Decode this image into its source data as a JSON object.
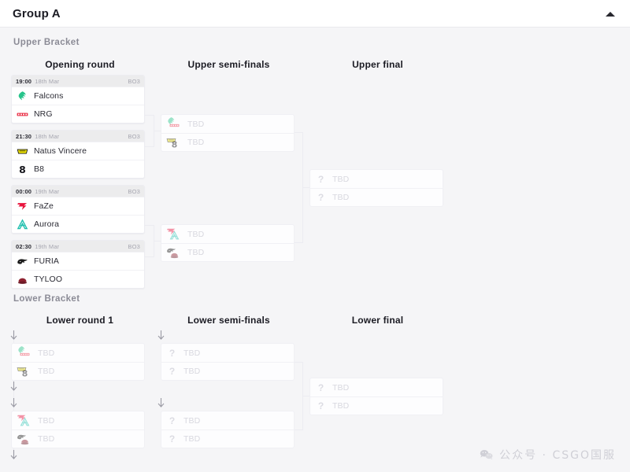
{
  "header": {
    "title": "Group A",
    "collapse_icon": "chevron-up-icon"
  },
  "brackets": {
    "upper_label": "Upper Bracket",
    "lower_label": "Lower Bracket"
  },
  "rounds": {
    "upper": [
      "Opening round",
      "Upper semi-finals",
      "Upper final"
    ],
    "lower": [
      "Lower round 1",
      "Lower semi-finals",
      "Lower final"
    ]
  },
  "tbd_label": "TBD",
  "matches": {
    "opening": [
      {
        "time": "19:00",
        "date": "18th Mar",
        "format": "BO3",
        "teams": [
          {
            "name": "Falcons",
            "logo": "falcons-logo"
          },
          {
            "name": "NRG",
            "logo": "nrg-logo"
          }
        ]
      },
      {
        "time": "21:30",
        "date": "18th Mar",
        "format": "BO3",
        "teams": [
          {
            "name": "Natus Vincere",
            "logo": "navi-logo"
          },
          {
            "name": "B8",
            "logo": "b8-logo"
          }
        ]
      },
      {
        "time": "00:00",
        "date": "19th Mar",
        "format": "BO3",
        "teams": [
          {
            "name": "FaZe",
            "logo": "faze-logo"
          },
          {
            "name": "Aurora",
            "logo": "aurora-logo"
          }
        ]
      },
      {
        "time": "02:30",
        "date": "19th Mar",
        "format": "BO3",
        "teams": [
          {
            "name": "FURIA",
            "logo": "furia-logo"
          },
          {
            "name": "TYLOO",
            "logo": "tyloo-logo"
          }
        ]
      }
    ],
    "upper_semis": [
      {
        "teams": [
          {
            "name": "TBD",
            "logo": "falcons-nrg-stack"
          },
          {
            "name": "TBD",
            "logo": "navi-b8-stack"
          }
        ]
      },
      {
        "teams": [
          {
            "name": "TBD",
            "logo": "faze-aurora-stack"
          },
          {
            "name": "TBD",
            "logo": "furia-tyloo-stack"
          }
        ]
      }
    ],
    "upper_final": [
      {
        "teams": [
          {
            "name": "TBD",
            "logo": "unknown-icon"
          },
          {
            "name": "TBD",
            "logo": "unknown-icon"
          }
        ]
      }
    ],
    "lower_round1": [
      {
        "teams": [
          {
            "name": "TBD",
            "logo": "falcons-nrg-stack"
          },
          {
            "name": "TBD",
            "logo": "navi-b8-stack"
          }
        ]
      },
      {
        "teams": [
          {
            "name": "TBD",
            "logo": "faze-aurora-stack"
          },
          {
            "name": "TBD",
            "logo": "furia-tyloo-stack"
          }
        ]
      }
    ],
    "lower_semis": [
      {
        "teams": [
          {
            "name": "TBD",
            "logo": "unknown-icon"
          },
          {
            "name": "TBD",
            "logo": "unknown-icon"
          }
        ]
      },
      {
        "teams": [
          {
            "name": "TBD",
            "logo": "unknown-icon"
          },
          {
            "name": "TBD",
            "logo": "unknown-icon"
          }
        ]
      }
    ],
    "lower_final": [
      {
        "teams": [
          {
            "name": "TBD",
            "logo": "unknown-icon"
          },
          {
            "name": "TBD",
            "logo": "unknown-icon"
          }
        ]
      }
    ]
  },
  "watermark": {
    "icon": "wechat-icon",
    "text": "公众号 · CSGO国服"
  },
  "colors": {
    "page_background": "#f5f5f7",
    "card_background": "#ffffff",
    "card_border": "#ececf1",
    "match_header_background": "#ececed",
    "text_primary": "#2b2b34",
    "text_muted": "#a6a6b0",
    "tbd_text": "#c9c9d2",
    "falcons_green": "#27c48b",
    "nrg_red": "#e8253c",
    "navi_yellow": "#f2e600",
    "b8_black": "#14141a",
    "faze_red": "#e8133c",
    "aurora_teal": "#1fbfae",
    "furia_black": "#1a1a1a",
    "tyloo_maroon": "#8e2230"
  }
}
